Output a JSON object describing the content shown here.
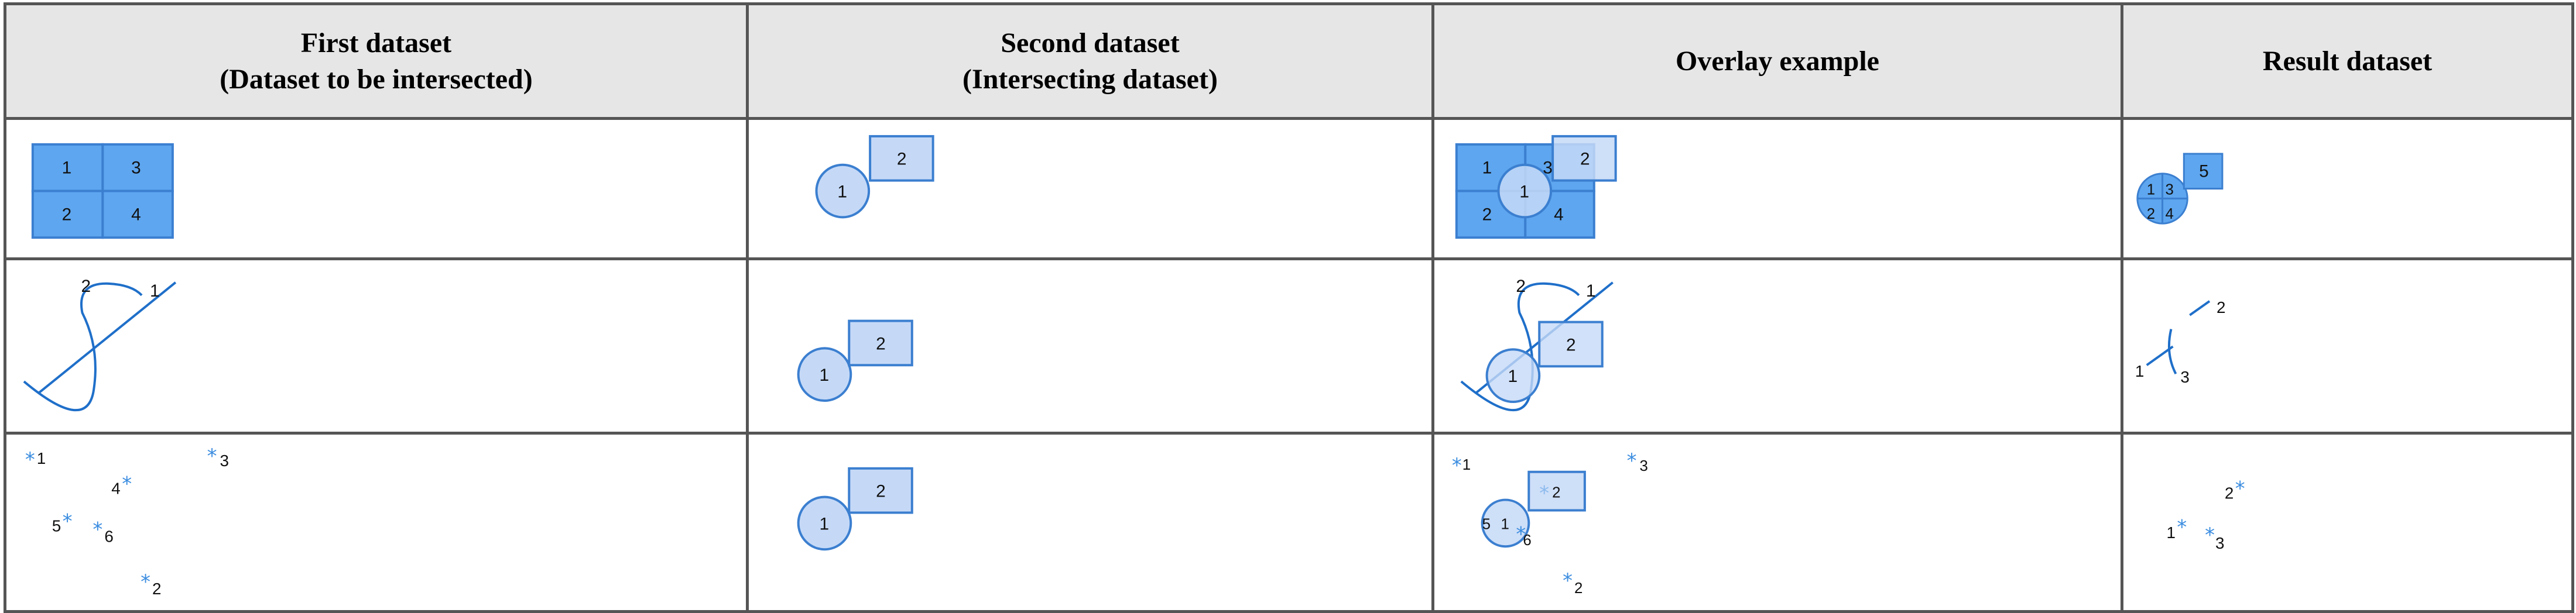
{
  "headers": [
    {
      "line1": "First dataset",
      "line2": "(Dataset to be intersected)"
    },
    {
      "line1": "Second dataset",
      "line2": "(Intersecting dataset)"
    },
    {
      "line1": "Overlay example",
      "line2": ""
    },
    {
      "line1": "Result dataset",
      "line2": ""
    }
  ],
  "colors": {
    "polygon_fill": "#5ea6ef",
    "polygon_stroke": "#3b7fd0",
    "intersect_fill": "#c5d9f7",
    "intersect_stroke": "#3b7fd0",
    "line": "#1f6fc9",
    "point": "#3b8de0",
    "header_bg": "#e6e6e6",
    "border": "#555555"
  },
  "rows": {
    "polygon": {
      "first": [
        "1",
        "3",
        "2",
        "4"
      ],
      "second": {
        "circle": "1",
        "rect": "2"
      },
      "overlay": {
        "cells": [
          "1",
          "3",
          "2",
          "4"
        ],
        "circle": "1",
        "rect": "2"
      },
      "result": {
        "cells": [
          "1",
          "3",
          "2",
          "4"
        ],
        "rect": "5"
      }
    },
    "line": {
      "first": {
        "curve": "2",
        "line": "1"
      },
      "second": {
        "circle": "1",
        "rect": "2"
      },
      "overlay": {
        "curve": "2",
        "line": "1",
        "circle": "1",
        "rect": "2"
      },
      "result": [
        "1",
        "2",
        "3"
      ]
    },
    "point": {
      "first": [
        "1",
        "3",
        "4",
        "5",
        "6",
        "2"
      ],
      "second": {
        "circle": "1",
        "rect": "2"
      },
      "overlay": {
        "points": [
          "1",
          "3",
          "5",
          "6",
          "2"
        ],
        "circle": "1",
        "rect": "2"
      },
      "result": [
        "2",
        "1",
        "3"
      ]
    }
  }
}
